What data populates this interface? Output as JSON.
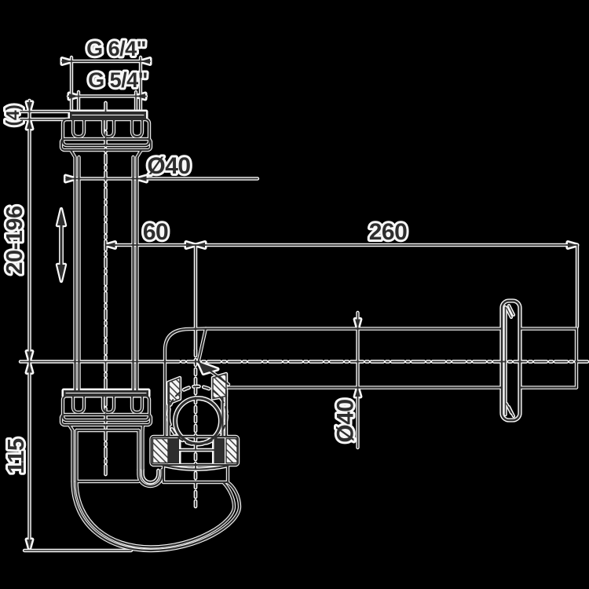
{
  "meta": {
    "background": "#000000",
    "ink": "#2e2e2e",
    "halo": "#f7f7f7"
  },
  "labels": {
    "thread_top_outer": "G 6/4\"",
    "thread_top_inner": "G 5/4\"",
    "gasket_thickness": "(4)",
    "tail_pipe_diameter": "Ø40",
    "height_adjust_range": "20-196",
    "inlet_offset": "60",
    "outlet_length": "260",
    "outlet_pipe_diameter": "Ø40",
    "trap_depth": "115"
  }
}
